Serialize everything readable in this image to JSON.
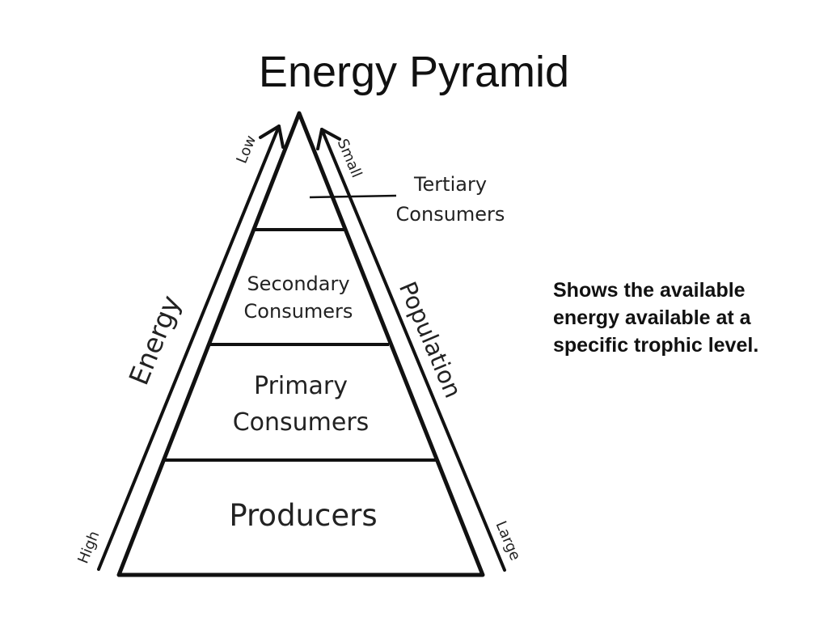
{
  "slide": {
    "title": "Energy Pyramid",
    "caption_lines": [
      "Shows the available",
      "energy available at a",
      "specific trophic level."
    ]
  },
  "pyramid": {
    "levels": [
      {
        "name": "tertiary",
        "label_lines": [
          "Tertiary",
          "Consumers"
        ]
      },
      {
        "name": "secondary",
        "label_lines": [
          "Secondary",
          "Consumers"
        ]
      },
      {
        "name": "primary",
        "label_lines": [
          "Primary",
          "Consumers"
        ]
      },
      {
        "name": "producers",
        "label_lines": [
          "Producers"
        ]
      }
    ]
  },
  "energy_arrow": {
    "label": "Energy",
    "top_label": "Low",
    "bottom_label": "High"
  },
  "population_arrow": {
    "label": "Population",
    "top_label": "Small",
    "bottom_label": "Large"
  },
  "colors": {
    "line": "#111111",
    "text": "#222222",
    "background": "#ffffff"
  }
}
